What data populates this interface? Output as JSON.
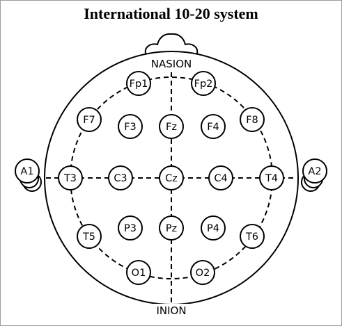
{
  "title": "International 10-20 system",
  "landmarks": {
    "top": "NASION",
    "bottom": "INION"
  },
  "ears": [
    "A1",
    "A2"
  ],
  "electrodes": [
    "Fp1",
    "Fp2",
    "F7",
    "F3",
    "Fz",
    "F4",
    "F8",
    "T3",
    "C3",
    "Cz",
    "C4",
    "T4",
    "T5",
    "P3",
    "Pz",
    "P4",
    "T6",
    "O1",
    "O2"
  ],
  "colors": {
    "stroke": "#000000",
    "background": "#ffffff"
  }
}
